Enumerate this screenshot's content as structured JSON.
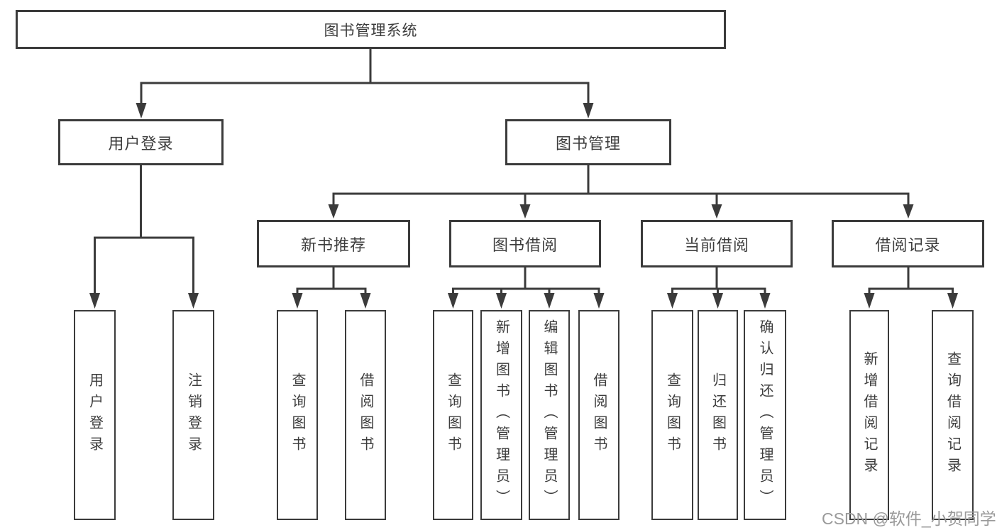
{
  "diagram_type": "hierarchy-tree",
  "colors": {
    "line": "#3b3b3b",
    "text": "#3d3d3d",
    "background": "#ffffff",
    "watermark": "#9a9a9a"
  },
  "tree": {
    "label": "图书管理系统",
    "children": [
      {
        "label": "用户登录",
        "children": [
          {
            "label": "用户登录"
          },
          {
            "label": "注销登录"
          }
        ]
      },
      {
        "label": "图书管理",
        "children": [
          {
            "label": "新书推荐",
            "children": [
              {
                "label": "查询图书"
              },
              {
                "label": "借阅图书"
              }
            ]
          },
          {
            "label": "图书借阅",
            "children": [
              {
                "label": "查询图书"
              },
              {
                "label": "新增图书（管理员）"
              },
              {
                "label": "编辑图书（管理员）"
              },
              {
                "label": "借阅图书"
              }
            ]
          },
          {
            "label": "当前借阅",
            "children": [
              {
                "label": "查询图书"
              },
              {
                "label": "归还图书"
              },
              {
                "label": "确认归还（管理员）"
              }
            ]
          },
          {
            "label": "借阅记录",
            "children": [
              {
                "label": "新增借阅记录"
              },
              {
                "label": "查询借阅记录"
              }
            ]
          }
        ]
      }
    ]
  },
  "watermark": "CSDN @软件_小贺同学"
}
